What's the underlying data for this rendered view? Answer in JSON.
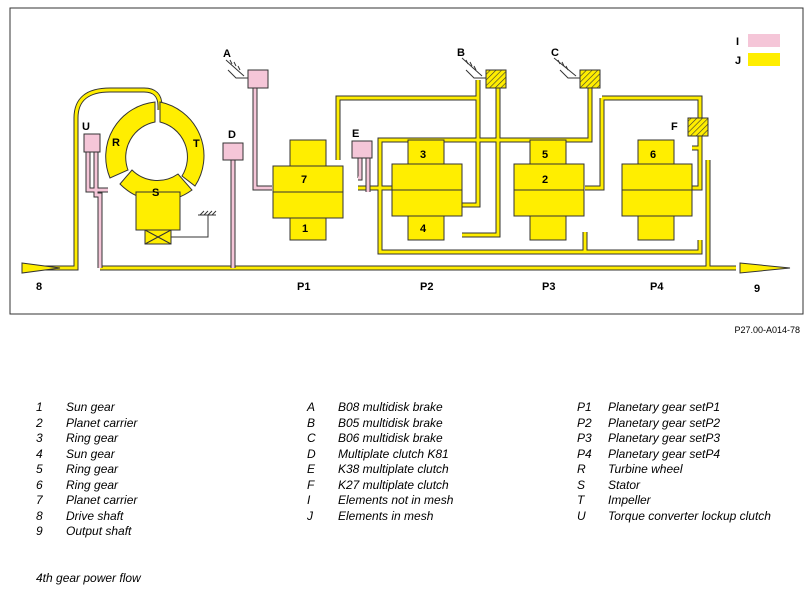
{
  "colors": {
    "not_in_mesh": "#f5c6d8",
    "in_mesh": "#ffee00",
    "outline": "#333333"
  },
  "diagram": {
    "shaft_labels": {
      "drive": "8",
      "output": "9"
    },
    "converter_labels": {
      "lockup": "U",
      "turbine": "R",
      "impeller": "T",
      "stator": "S"
    },
    "brake_labels": {
      "a": "A",
      "b": "B",
      "c": "C"
    },
    "clutch_labels": {
      "d": "D",
      "e": "E",
      "f": "F"
    },
    "set_labels": {
      "p1": "P1",
      "p2": "P2",
      "p3": "P3",
      "p4": "P4"
    },
    "part_labels": {
      "sun1": "1",
      "carrier2": "2",
      "ring3": "3",
      "sun4": "4",
      "ring5": "5",
      "ring6": "6",
      "carrier7": "7"
    },
    "key": {
      "i_label": "I",
      "j_label": "J"
    }
  },
  "figure_ref": "P27.00-A014-78",
  "legend_col1": [
    {
      "key": "1",
      "value": "Sun gear"
    },
    {
      "key": "2",
      "value": "Planet carrier"
    },
    {
      "key": "3",
      "value": "Ring gear"
    },
    {
      "key": "4",
      "value": "Sun gear"
    },
    {
      "key": "5",
      "value": "Ring gear"
    },
    {
      "key": "6",
      "value": "Ring gear"
    },
    {
      "key": "7",
      "value": "Planet carrier"
    },
    {
      "key": "8",
      "value": "Drive shaft"
    },
    {
      "key": "9",
      "value": "Output shaft"
    }
  ],
  "legend_col2": [
    {
      "key": "A",
      "value": "B08 multidisk brake"
    },
    {
      "key": "B",
      "value": "B05 multidisk brake"
    },
    {
      "key": "C",
      "value": "B06 multidisk brake"
    },
    {
      "key": "D",
      "value": "Multiplate clutch K81"
    },
    {
      "key": "E",
      "value": "K38 multiplate clutch"
    },
    {
      "key": "F",
      "value": "K27 multiplate clutch"
    },
    {
      "key": "I",
      "value": "Elements not in mesh"
    },
    {
      "key": "J",
      "value": "Elements in mesh"
    }
  ],
  "legend_col3": [
    {
      "key": "P1",
      "value": "Planetary gear setP1"
    },
    {
      "key": "P2",
      "value": "Planetary gear setP2"
    },
    {
      "key": "P3",
      "value": "Planetary gear setP3"
    },
    {
      "key": "P4",
      "value": "Planetary gear setP4"
    },
    {
      "key": "R",
      "value": "Turbine wheel"
    },
    {
      "key": "S",
      "value": "Stator"
    },
    {
      "key": "T",
      "value": "Impeller"
    },
    {
      "key": "U",
      "value": "Torque converter lockup clutch"
    }
  ],
  "caption": "4th  gear power flow"
}
